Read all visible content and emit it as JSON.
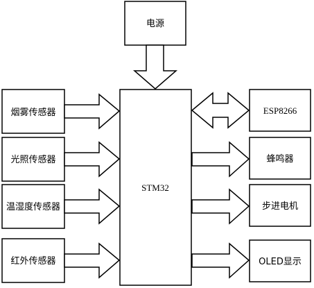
{
  "power": {
    "label": "电源"
  },
  "mcu": {
    "label": "STM32"
  },
  "inputs": [
    {
      "label": "烟雾传感器"
    },
    {
      "label": "光照传感器"
    },
    {
      "label": "温湿度传感器"
    },
    {
      "label": "红外传感器"
    }
  ],
  "outputs": [
    {
      "label": "ESP8266"
    },
    {
      "label": "蜂鸣器"
    },
    {
      "label": "步进电机"
    },
    {
      "label": "OLED显示"
    }
  ]
}
